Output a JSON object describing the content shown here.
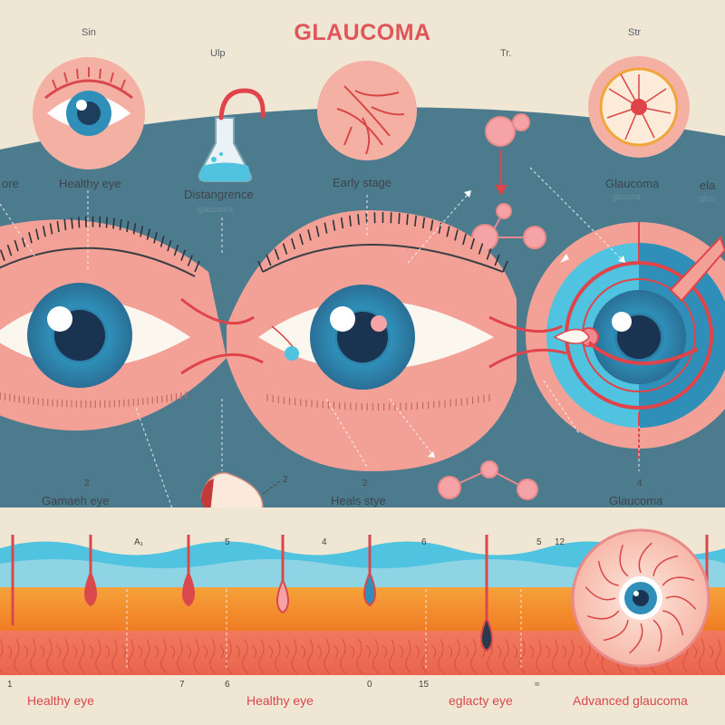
{
  "title": "GLAUCOMA",
  "top_labels": {
    "sin": "Sin",
    "ulp": "Ulp",
    "tr": "Tr.",
    "str": "Str"
  },
  "captions": {
    "left_edge": "ore",
    "healthy_eye": "Healthy eye",
    "divergence": "Distangrence",
    "divergence_sub": "glaucoma",
    "early_stage": "Early stage",
    "glaucoma_top": "Glaucoma",
    "glaucoma_top_sub": "glcicota",
    "right_edge": "ela",
    "right_edge_sub": "glcu"
  },
  "middle_labels": {
    "num_left": "2",
    "num_center_arrow": "2",
    "num_center": "2",
    "num_right": "4",
    "gamaen_eye": "Gamaeh eye",
    "heals_tye": "Heals stye",
    "glaucoma_mid": "Glaucoma"
  },
  "strip_numbers": [
    "A₁",
    "5",
    "4",
    "6",
    "5",
    "12"
  ],
  "bottom_numbers": [
    "1",
    "7",
    "6",
    "0",
    "15",
    "≈"
  ],
  "footer_labels": {
    "healthy_1": "Healthy eye",
    "healthy_2": "Healthy eye",
    "eglacty": "eglacty eye",
    "advanced": "Advanced glaucoma"
  },
  "colors": {
    "title": "#e0555a",
    "band": "#4d7b8e",
    "lid": "#f3a197",
    "iris": "#2f8fb8",
    "vessel": "#d94646",
    "tissue_orange": "#f08a2a",
    "water": "#4fc3df"
  }
}
